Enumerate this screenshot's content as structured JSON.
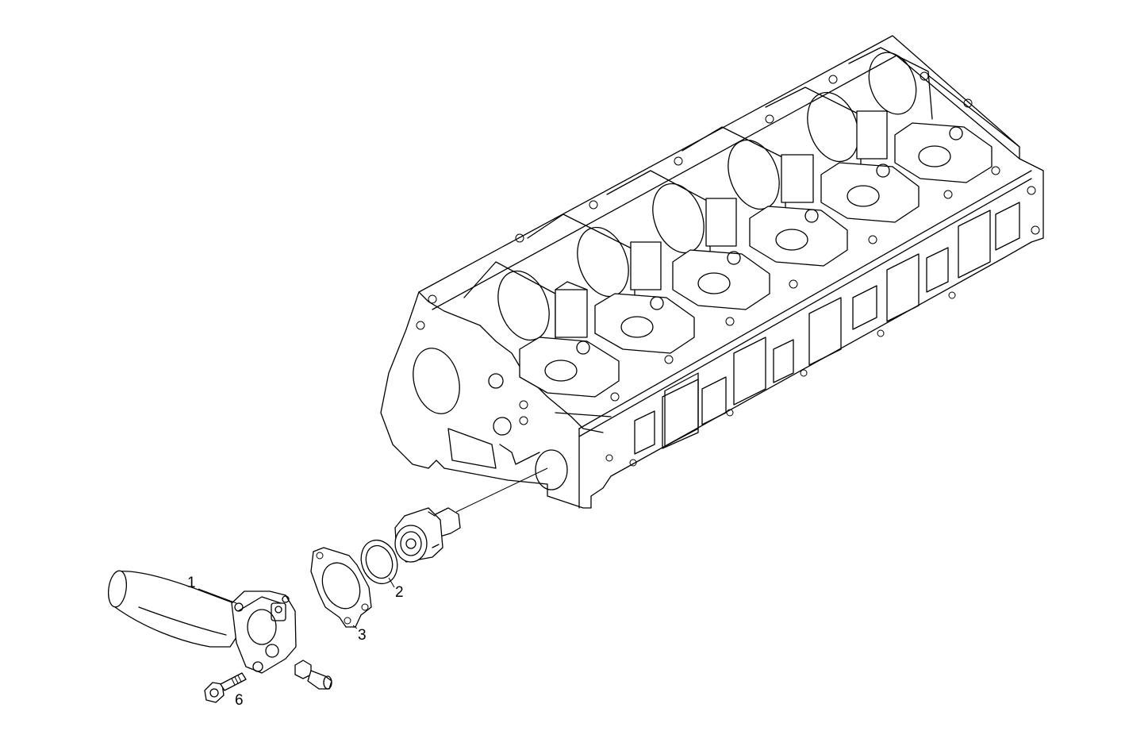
{
  "callouts": [
    {
      "id": "1",
      "label": "1",
      "part": "water-outlet-housing"
    },
    {
      "id": "2",
      "label": "2",
      "part": "seal-ring"
    },
    {
      "id": "3",
      "label": "3",
      "part": "gasket"
    },
    {
      "id": "6",
      "label": "6",
      "part": "screw"
    }
  ]
}
